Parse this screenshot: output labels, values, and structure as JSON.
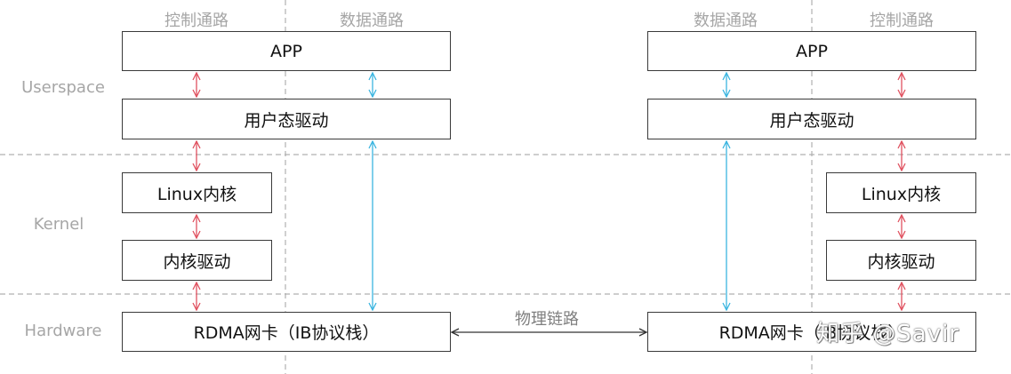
{
  "layers": {
    "userspace": "Userspace",
    "kernel": "Kernel",
    "hardware": "Hardware"
  },
  "left": {
    "control_path_label": "控制通路",
    "data_path_label": "数据通路",
    "app": "APP",
    "user_driver": "用户态驱动",
    "linux_kernel": "Linux内核",
    "kernel_driver": "内核驱动",
    "rdma_nic": "RDMA网卡（IB协议栈）"
  },
  "right": {
    "data_path_label": "数据通路",
    "control_path_label": "控制通路",
    "app": "APP",
    "user_driver": "用户态驱动",
    "linux_kernel": "Linux内核",
    "kernel_driver": "内核驱动",
    "rdma_nic": "RDMA网卡（IB协议栈）"
  },
  "physical_link_label": "物理链路",
  "watermark": "知乎 @Savir",
  "colors": {
    "control_path": "#e05260",
    "data_path": "#3bb5e0",
    "physical_link": "#333333",
    "divider": "#b0b0b0"
  }
}
